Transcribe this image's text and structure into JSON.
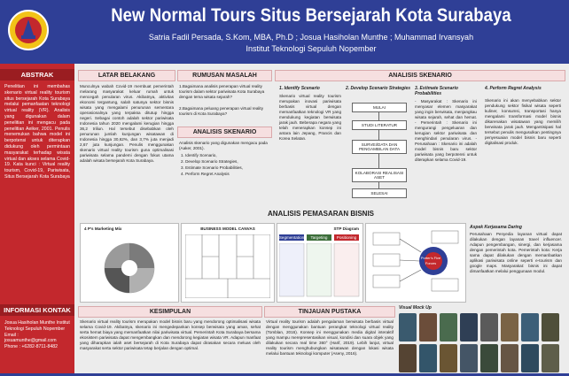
{
  "header": {
    "title": "New Normal Tours Situs Bersejarah Kota Surabaya",
    "authors": "Satria Fadil Persada, S.Kom, MBA, Ph.D ; Josua Hasiholan Munthe ; Muhammad Irvansyah",
    "institution": "Institut Teknologi Sepuluh Nopember"
  },
  "sidebar": {
    "abstrak_title": "ABSTRAK",
    "abstrak_text": "Penelitian ini membahas skenario virtual reality tourism situs bersejarah Kota Surabaya melalui pemanfaatan teknologi virtual reality (VR). Analisis yang digunakan dalam penelitian ini mengacu pada penelitian Aeiker, 2001. Penulis menemukan bahwa model ini berpotensi untuk diterapkan didukung oleh permintaan masyarakat terhadap wisata virtual dan akses selama Covid-19. Kata kunci : Virtual reality tourism, Covid-19, Pariwisata, Situs Bersejarah Kota Surabaya",
    "kontak_title": "INFORMASI KONTAK",
    "kontak_text": "Josua Hasiholan Munthe Institut Teknologi Sepuluh Nopember Email : josuamunthe@gmail.com Phone : +6282-8711-8482"
  },
  "sections": {
    "latar_title": "LATAR BELAKANG",
    "latar_text": "Munculnya wabah Covid-19 membuat pemerintah melarang masyarakat keluar rumah untuk mencegah penularan virus. Akibatnya, aktivitas ekonomi tergantung, salah satunya sektor bisnis wisata yang mengalami penurunan sementara operasionalnya yang terpaksa ditutup hingga negeri. Sebagai contoh adalah sektor pariwisata Indonesia tahun 2020 mengalami kerugian hingga 36,2 triliun. Hal tersebut disebabkan oleh penurunan jumlah kunjungan wisatawan di Indonesia hingga 30,62%, dan 3,7% juta menjadi 2,67 juta kunjungan. Penulis menggunakan skenario virtual reality tourism guna optimalisasi pariwisata selama pandemi dengan fokus utama adalah wisata bersejarah Kota Surabaya.",
    "rumusan_title": "RUMUSAN MASALAH",
    "rumusan_items": [
      "1.Bagaimana analisis penerapan virtual reality tourism dalam sektor pariwisata Kota Surabaya dengan tema wisata sejarah?",
      "2.Bagaimana peluang penerapan virtual reality tourism di Kota Surabaya?"
    ],
    "analisis_title": "ANALISIS SKENARIO",
    "analisis_intro": "Analisis skenario yang digunakan mengacu pada (Aaker, 2001).",
    "analisis_items": [
      "1. Identify Scenario,",
      "2. Develop Scenario Strategies,",
      "3. Estimate Scenario Probabilities,",
      "4. Perform Regret Analysis"
    ],
    "skenario_title": "ANALISIS SKENARIO",
    "step1_title": "1. Identify Scenario",
    "step1_text": "Skenario virtual reality tourism merupakan inovasi pariwisata berbasis virtual dengan memanfaatkan teknologi VR yang mendukung kegiatan berwisata jarak jauh. Beberapa negara yang telah menerapkan konsep ini antara lain Jepang, Prancis dan Korea Selatan.",
    "step2_title": "2. Develop Scenario Strategies",
    "flow_boxes": [
      "MULAI",
      "STUDI LITERATUR",
      "SURVEI/DATA DAN PENGAMBILAN DATA",
      "KOLABORASI REALISASI ASET",
      "SELESAI"
    ],
    "step3_title": "3. Estimate Scenario Probabilities",
    "step3_text": "- Masyarakat : Skenario ini menyasar elemen masyarakat yang ingin berwisata, menjangkau wisata sejarah, sehat dan hemat. - Pemerintah : Skenario ini mengurangi pengeluaran dan kerugian sektor pariwisata dan menghindari penularan virus. - Perusahaan : Skenario ini adalah model bisnis baru sektor pariwisata yang berpotensi untuk diterapkan selama Covid-19.",
    "step4_title": "4. Perform Regret Analysis",
    "step4_text": "Skenario ini akan menyebabkan sektor pendukung sektor fisikal wisata seperti kuliner, konsumsi, transportasi hanya mengalami transformasi model bisnis dikarenakan wisatawan yang memilih berwisata jarak jauh. Mengantisipasi hal tersebut penulis mengusulkan pentingnya penyesuaian model bisnis baru seperti digitalisasi produk.",
    "pemasaran_title": "ANALISIS PEMASARAN BISNIS",
    "marketing_mix_title": "4 P's Marketing Mix",
    "canvas_title": "BUSINESS MODEL CANVAS",
    "stp_title": "STP Diagram",
    "stp_labels": [
      "Segmentation",
      "Targeting",
      "Positioning"
    ],
    "porter_title": "Porter's Five Forces",
    "aspek_title": "Aspek Kerjasama Daring",
    "aspek_text": "Perusahaan Penyedia layanan virtual dapat dilakukan dengan layanan travel influencer. Adapun pengembangan, sinergi, dan kerjasama dengan pemerintah kota. Pemerintah kota: Kerja sama dapat dilakukan dengan memanfaatkan aplikasi pariwisata online seperti e-tourism dan google maps. Masyarakat: bisnis ini dapat dimanfaatkan melalui penggunaan modul.",
    "kesimpulan_title": "KESIMPULAN",
    "kesimpulan_text": "Skenario virtual reality tourism merupakan model bisnis baru yang mendorong optimalisasi wisata selama Covid-19. Akibatnya, skenario ini mengedepankan konsep berwisata yang aman, sehat serta hemat biaya yang memanfaatkan nilai pariwisata virtual. Pemerintah Kota Surabaya bersama ekosistem pariwisata dapat mengembangkan dan mendorong kegiatan wisata VR. Adapun manfaat yang diharapkan ialah aset bersejarah di Kota Surabaya dapat dirasakan secara meluas oleh masyarakat serta sektor pariwisata tetap berjalan dengan optimal.",
    "tinjauan_title": "TINJAUAN PUSTAKA",
    "tinjauan_text": "Virtual reality tourism adalah pengalaman berwisata berbasis virtual dengan menggunakan bantuan perangkat teknologi virtual reality (Tomblan, 2016). Konsep ini menggunakan media digital interaktif yang mampu merepresentasikan visual, kondisi dan suara objek yang dilakukan secara real time 360° (Harif, 2019). Lebih lanjut, virtual reality tourism menghubungkan wisatawan dengan lokasi wisata melalui bantuan teknologi komputer (Aseny, 2016).",
    "mockup_title": "Visual Mock Up"
  },
  "colors": {
    "header": "#2f3f96",
    "sidebar": "#c3282d",
    "section_header": "#f6dfe0"
  }
}
